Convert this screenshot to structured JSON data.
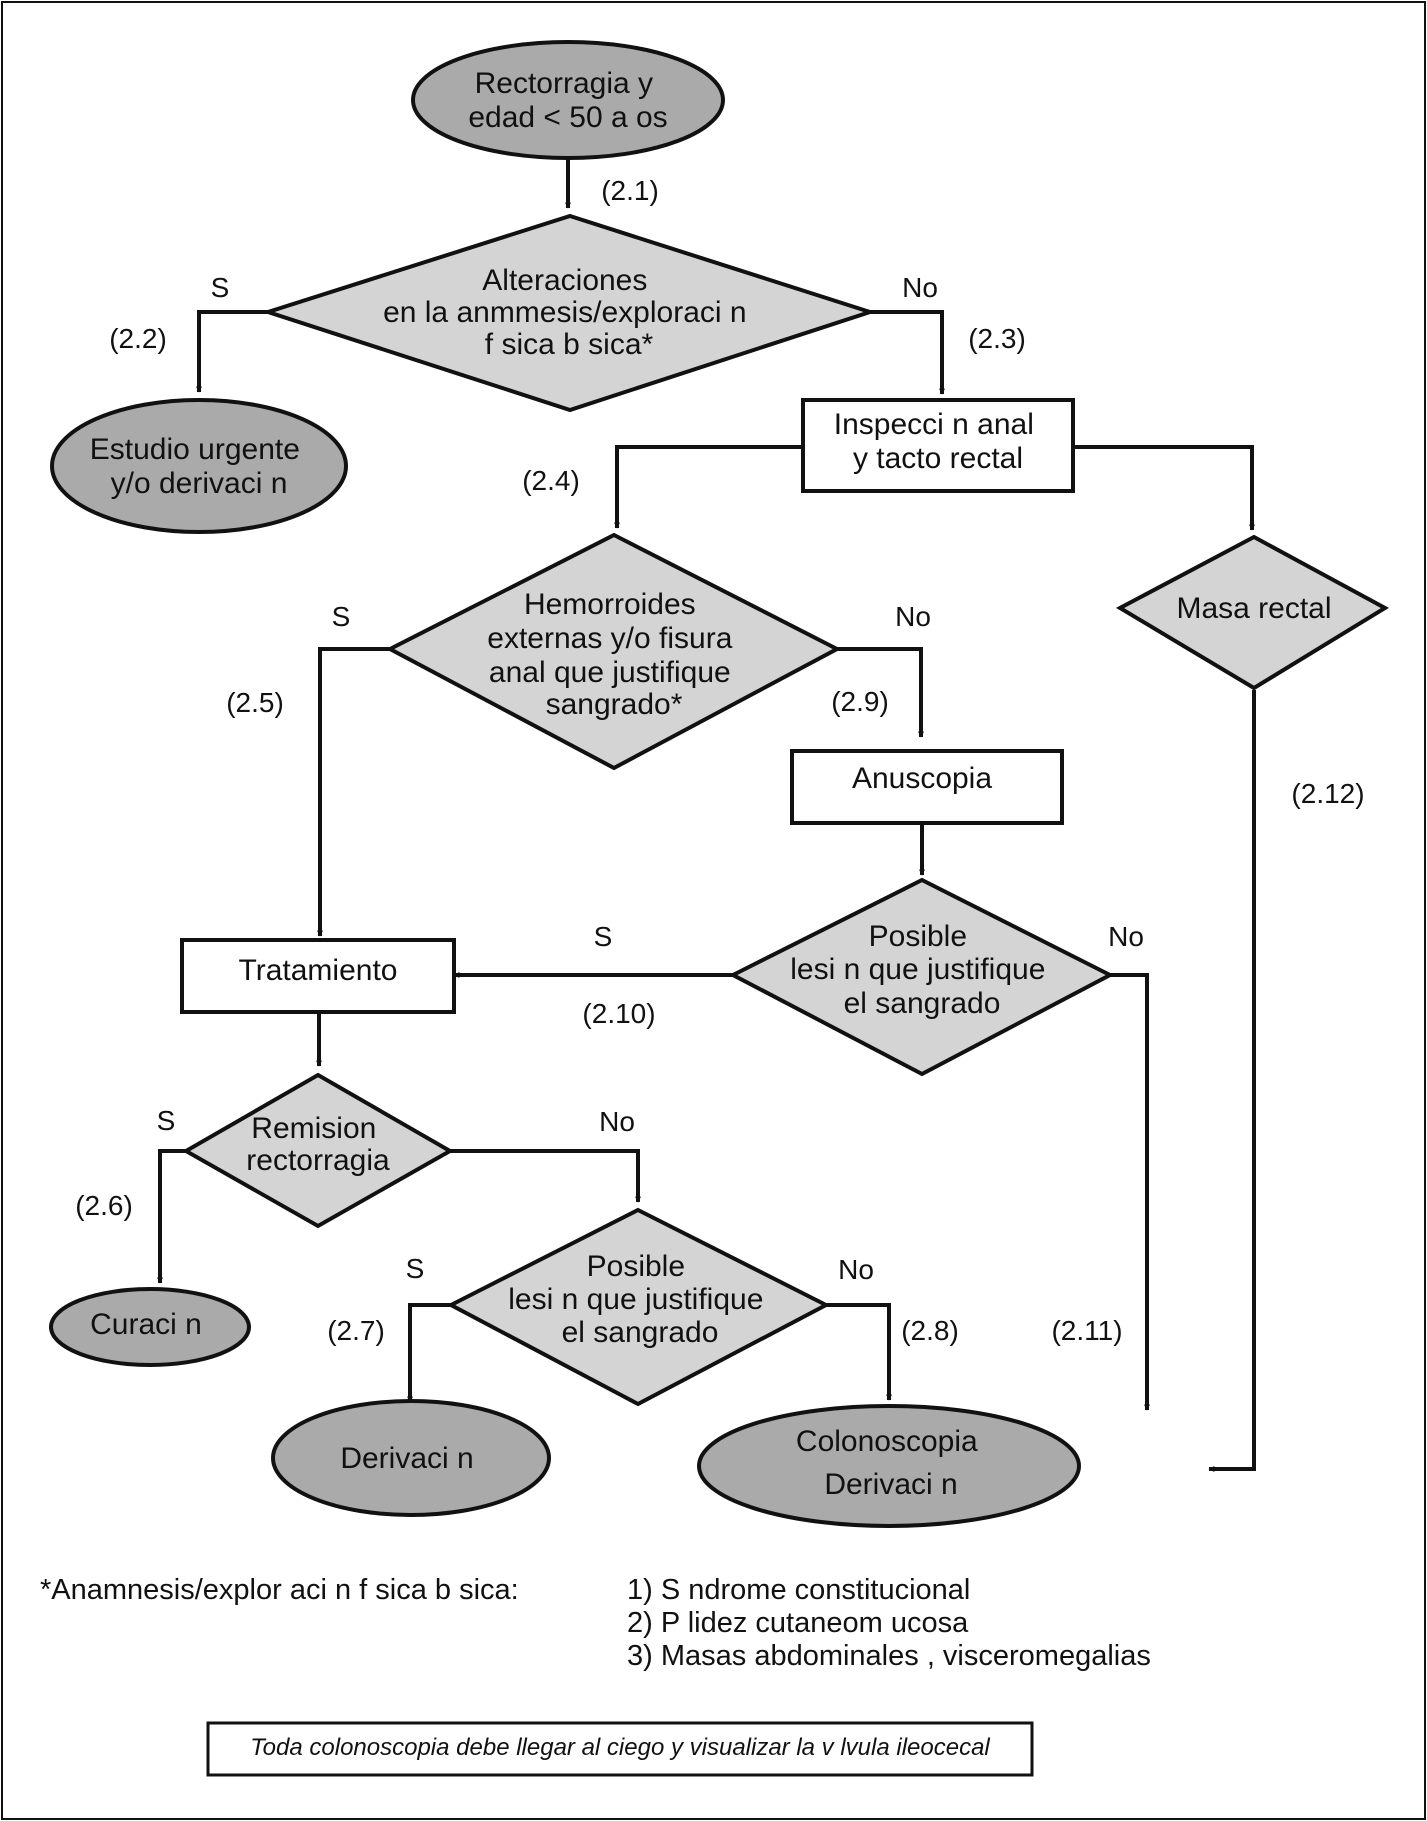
{
  "colors": {
    "terminal_fill": "#aaaaaa",
    "decision_fill": "#d4d4d4",
    "process_fill": "#ffffff",
    "stroke": "#111111"
  },
  "nodes": {
    "start": {
      "shape": "terminal",
      "lines": [
        "Rectorragia y",
        "edad < 50 a os"
      ]
    },
    "d_anamnesis": {
      "shape": "decision",
      "lines": [
        "Alteraciones",
        "en la anmmesis/exploraci n",
        "f sica b sica*"
      ]
    },
    "urgent": {
      "shape": "terminal",
      "lines": [
        "Estudio urgente",
        "y/o derivaci n"
      ]
    },
    "inspection": {
      "shape": "process",
      "lines": [
        "Inspecci n anal",
        "y tacto rectal"
      ]
    },
    "d_hemorrhoids": {
      "shape": "decision",
      "lines": [
        "Hemorroides",
        "externas y/o fisura",
        "anal que justifique",
        "sangrado*"
      ]
    },
    "d_mass": {
      "shape": "decision",
      "lines": [
        "Masa rectal"
      ]
    },
    "anoscopy": {
      "shape": "process",
      "lines": [
        "Anuscopia"
      ]
    },
    "d_lesion1": {
      "shape": "decision",
      "lines": [
        "Posible",
        "lesi n que justifique",
        "el sangrado"
      ]
    },
    "treatment": {
      "shape": "process",
      "lines": [
        "Tratamiento"
      ]
    },
    "d_remission": {
      "shape": "decision",
      "lines": [
        "Remision",
        "rectorragia"
      ]
    },
    "cure": {
      "shape": "terminal",
      "lines": [
        "Curaci n"
      ]
    },
    "d_lesion2": {
      "shape": "decision",
      "lines": [
        "Posible",
        "lesi n que justifique",
        "el sangrado"
      ]
    },
    "referral": {
      "shape": "terminal",
      "lines": [
        "Derivaci n"
      ]
    },
    "colonoscopy": {
      "shape": "terminal",
      "lines": [
        "Colonoscopia",
        "Derivaci n"
      ]
    }
  },
  "steps": [
    "(2.1)",
    "(2.2)",
    "(2.3)",
    "(2.4)",
    "(2.5)",
    "(2.6)",
    "(2.7)",
    "(2.8)",
    "(2.9)",
    "(2.10)",
    "(2.11)",
    "(2.12)"
  ],
  "branches": {
    "yes": "S",
    "no": "No"
  },
  "footnote": {
    "label": "*Anamnesis/explor aci n f sica b sica:",
    "items": [
      "1) S ndrome constitucional",
      "2) P lidez cutaneom ucosa",
      "3) Masas abdominales , visceromegalias"
    ]
  },
  "note": "Toda colonoscopia debe llegar al ciego y visualizar la v lvula ileocecal"
}
